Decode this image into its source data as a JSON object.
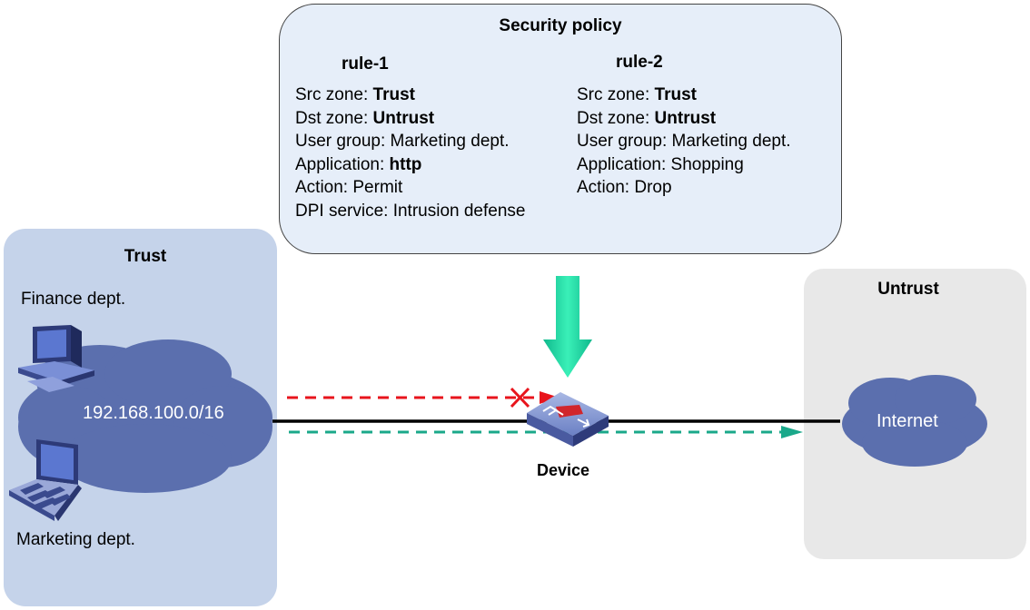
{
  "policy": {
    "title": "Security policy",
    "rules": [
      {
        "name": "rule-1",
        "lines": [
          {
            "label": "Src zone: ",
            "value": "Trust",
            "bold": true
          },
          {
            "label": "Dst zone: ",
            "value": "Untrust",
            "bold": true
          },
          {
            "label": "User group: ",
            "value": "Marketing dept.",
            "bold": false
          },
          {
            "label": "Application: ",
            "value": "http",
            "bold": true
          },
          {
            "label": "Action: ",
            "value": "Permit",
            "bold": false
          },
          {
            "label": "DPI service: ",
            "value": "Intrusion defense",
            "bold": false
          }
        ]
      },
      {
        "name": "rule-2",
        "lines": [
          {
            "label": "Src zone: ",
            "value": "Trust",
            "bold": true
          },
          {
            "label": "Dst zone: ",
            "value": "Untrust",
            "bold": true
          },
          {
            "label": "User group: ",
            "value": "Marketing dept.",
            "bold": false
          },
          {
            "label": "Application: ",
            "value": "Shopping",
            "bold": false
          },
          {
            "label": "Action: ",
            "value": "Drop",
            "bold": false
          }
        ]
      }
    ]
  },
  "trust_zone": {
    "title": "Trust",
    "network": "192.168.100.0/16",
    "finance_label": "Finance dept.",
    "marketing_label": "Marketing dept."
  },
  "untrust_zone": {
    "title": "Untrust",
    "internet_label": "Internet"
  },
  "device": {
    "label": "Device"
  },
  "colors": {
    "trust_bg": "#c5d3ea",
    "untrust_bg": "#e8e8e8",
    "policy_bg": "#e6eef9",
    "cloud": "#5b6fae",
    "drop_arrow": "#e8141c",
    "permit_arrow": "#1aa88a",
    "policy_arrow": "#22d4a2"
  }
}
